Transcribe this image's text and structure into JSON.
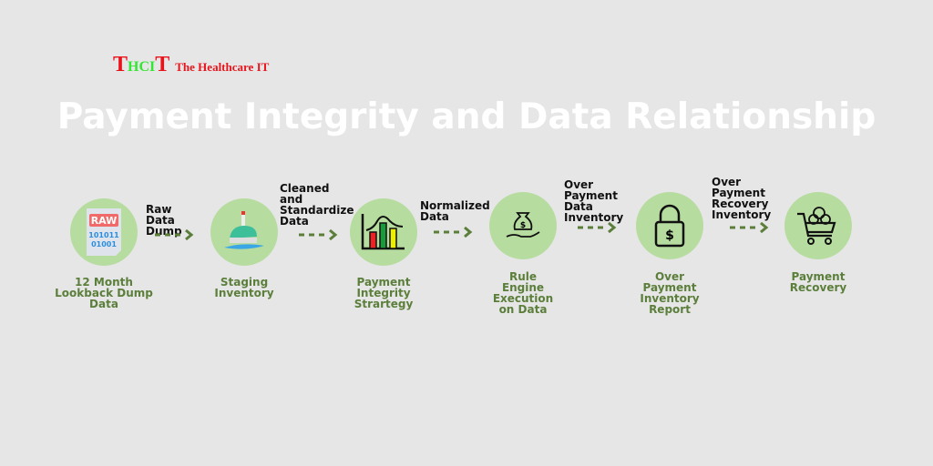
{
  "logo": {
    "mark_t1": "T",
    "mark_hci": "HCI",
    "mark_t2": "T",
    "tagline": "The Healthcare IT"
  },
  "title": "Payment Integrity and Data Relationship",
  "steps": [
    {
      "label": "12 Month Lookback Dump Data",
      "icon": "raw-data-file-icon"
    },
    {
      "label": "Staging Inventory",
      "icon": "cleaning-brush-icon"
    },
    {
      "label": "Payment Integrity Strartegy",
      "icon": "bar-chart-icon"
    },
    {
      "label": "Rule Engine Execution on Data",
      "icon": "money-hand-icon"
    },
    {
      "label": "Over Payment Inventory Report",
      "icon": "dollar-lock-icon"
    },
    {
      "label": "Payment Recovery",
      "icon": "shopping-cart-coins-icon"
    }
  ],
  "connectors": [
    {
      "label": "Raw Data Dump"
    },
    {
      "label": "Cleaned and Standardize Data"
    },
    {
      "label": "Normalized Data"
    },
    {
      "label": "Over Payment Data Inventory"
    },
    {
      "label": "Over Payment Recovery Inventory"
    }
  ],
  "colors": {
    "circle": "#b7dca0",
    "label": "#5b7f3b",
    "arrow": "#5b7f3b"
  }
}
